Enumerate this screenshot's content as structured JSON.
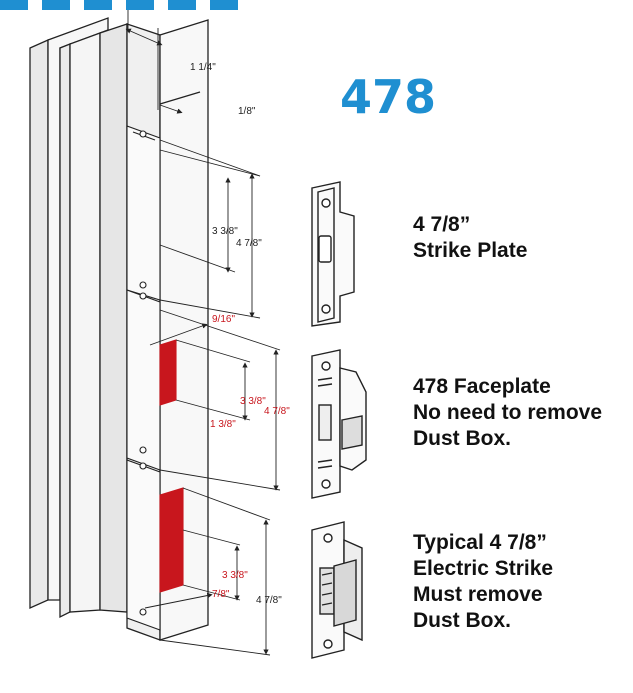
{
  "title": "478",
  "captions": {
    "strike": [
      "4 7/8”",
      "Strike Plate"
    ],
    "faceplate": [
      "478 Faceplate",
      "No need to remove",
      "Dust Box."
    ],
    "electric": [
      "Typical 4 7/8”",
      "Electric Strike",
      "Must remove",
      "Dust Box."
    ]
  },
  "dimensions": {
    "width": "1 1/4\"",
    "lip": "1/8\"",
    "top_inner": "3 3/8\"",
    "top_outer": "4 7/8\"",
    "mid_offset": "9/16\"",
    "mid_inner": "3 3/8\"",
    "mid_outer": "4 7/8\"",
    "mid_low": "1 3/8\"",
    "bot_inner": "3 3/8\"",
    "bot_offset": "7/8\"",
    "bot_outer": "4 7/8\""
  },
  "colors": {
    "title": "#1f8fd1",
    "cutout": "#c8161d",
    "dim_red": "#c8161d",
    "line": "#222222"
  }
}
